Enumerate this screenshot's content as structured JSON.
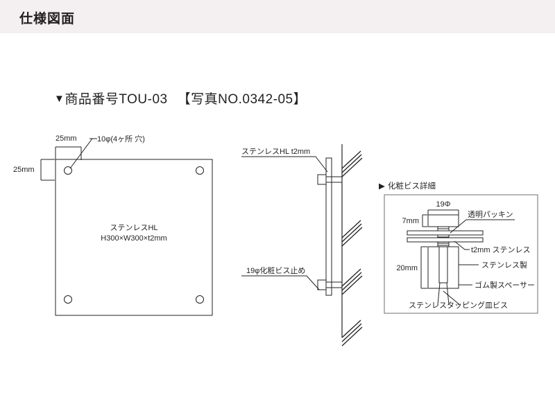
{
  "header": {
    "title": "仕様図面",
    "background": "#f4eff0"
  },
  "product": {
    "marker": "▼",
    "label": "商品番号TOU-03",
    "photo_no": "【写真NO.0342-05】"
  },
  "front_view": {
    "dim_top": "25mm",
    "dim_left": "25mm",
    "hole_callout": "10φ(4ヶ所 穴)",
    "plate_material": "ステンレスHL",
    "plate_size": "H300×W300×t2mm"
  },
  "side_view": {
    "top_label": "ステンレスHL t2mm",
    "bottom_label": "19φ化粧ビス止め"
  },
  "detail_box": {
    "marker": "▶",
    "title": "化粧ビス詳細",
    "dim_width": "19Φ",
    "dim_cap_height": "7mm",
    "dim_body_height": "20mm",
    "label_packing": "透明パッキン",
    "label_plate": "t2mm ステンレス",
    "label_body": "ステンレス製",
    "label_spacer": "ゴム製スペーサー",
    "label_screw": "ステンレスタッピング皿ビス"
  },
  "colors": {
    "line": "#231f20",
    "background": "#ffffff"
  }
}
